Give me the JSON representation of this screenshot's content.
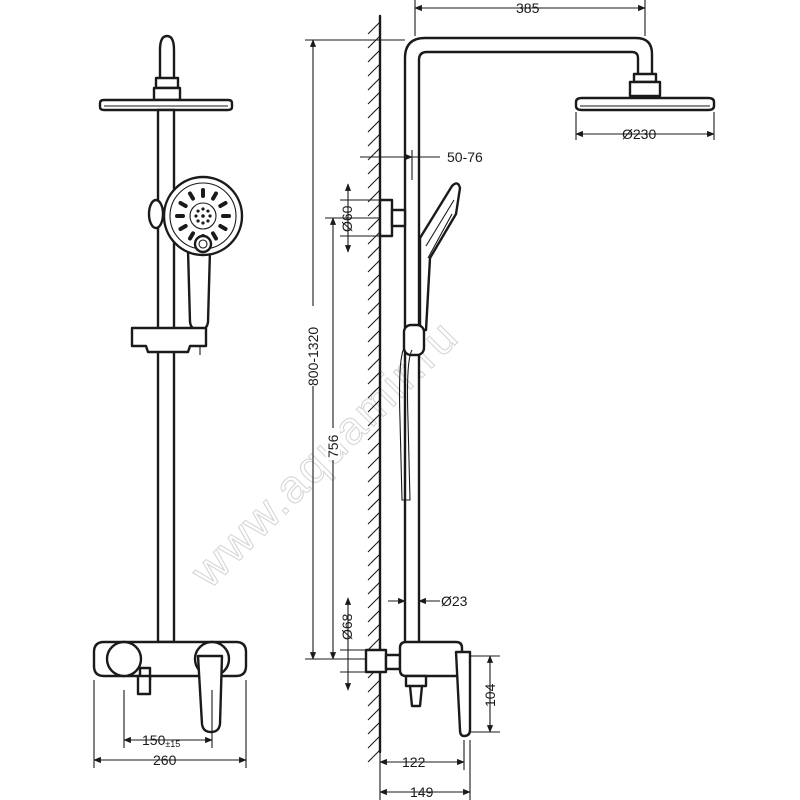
{
  "watermark": "www.aquamir.ru",
  "dimensions": {
    "arm_reach": "385",
    "head_diameter": "Ø230",
    "wall_bracket_range": "50-76",
    "bracket_diameter": "Ø60",
    "total_height": "800-1320",
    "pipe_height": "756",
    "pipe_diameter": "Ø23",
    "flange_diameter": "Ø68",
    "lever_height": "104",
    "mixer_depth": "122",
    "total_depth": "149",
    "inlet_spacing": "150",
    "inlet_tolerance": "±15",
    "mixer_width": "260"
  },
  "handshower_spray_ring_count": 12,
  "handshower_spray_inner_count": 8
}
